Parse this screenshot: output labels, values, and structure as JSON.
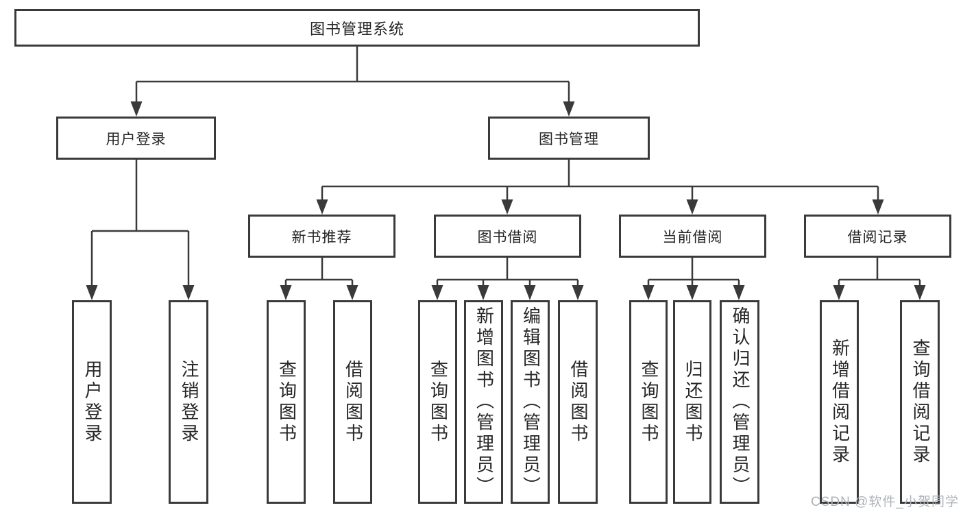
{
  "colors": {
    "line": "#3a3a3a",
    "box_border": "#3a3a3a",
    "box_background": "#ffffff",
    "text": "#262626",
    "watermark": "#aeb3b8"
  },
  "tree": {
    "root": "图书管理系统",
    "user_login": {
      "label": "用户登录",
      "children": [
        "用户登录",
        "注销登录"
      ]
    },
    "book_management": {
      "label": "图书管理",
      "sections": {
        "new_books": {
          "label": "新书推荐",
          "children": [
            "查询图书",
            "借阅图书"
          ]
        },
        "book_borrow": {
          "label": "图书借阅",
          "children": [
            "查询图书",
            "新增图书（管理员）",
            "编辑图书（管理员）",
            "借阅图书"
          ]
        },
        "current_borrow": {
          "label": "当前借阅",
          "children": [
            "查询图书",
            "归还图书",
            "确认归还（管理员）"
          ]
        },
        "borrow_records": {
          "label": "借阅记录",
          "children": [
            "新增借阅记录",
            "查询借阅记录"
          ]
        }
      }
    }
  },
  "watermark": "CSDN @软件_小贺同学"
}
